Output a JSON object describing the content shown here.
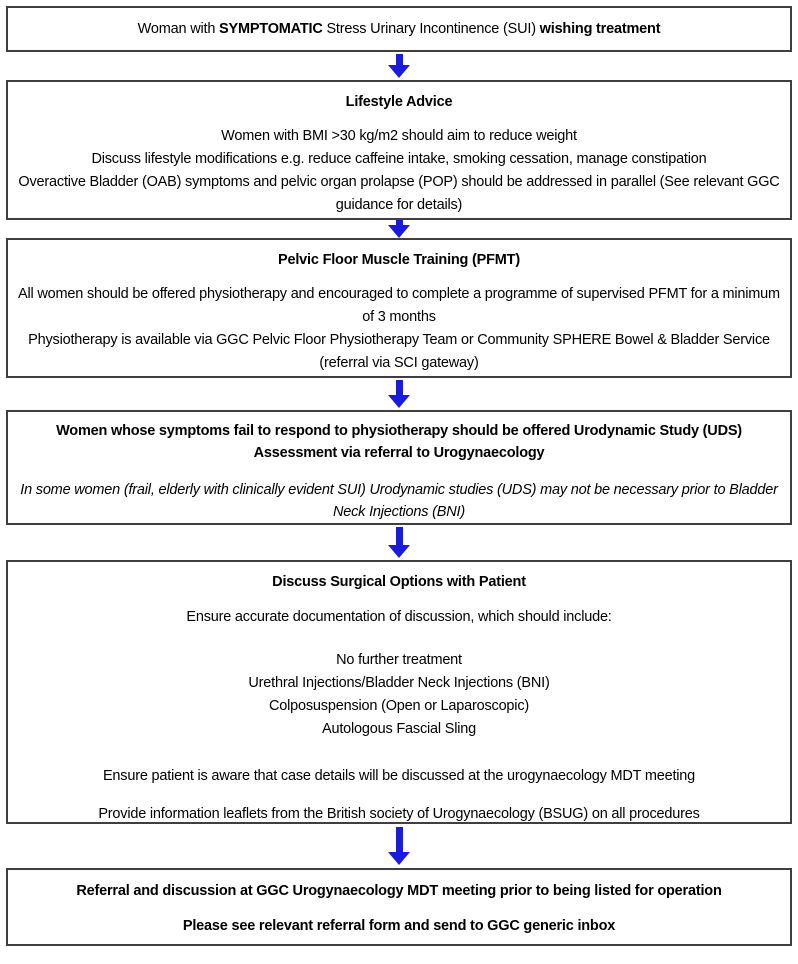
{
  "colors": {
    "arrow": "#1b1be0",
    "box_border": "#3f3f3f",
    "text": "#000000",
    "page_bg": "#ffffff"
  },
  "boxes": {
    "start": {
      "parts": [
        "Woman with ",
        "SYMPTOMATIC",
        " Stress Urinary Incontinence (SUI) ",
        "wishing treatment"
      ]
    },
    "lifestyle": {
      "title": "Lifestyle Advice",
      "lines": [
        "Women with BMI >30 kg/m2 should aim to reduce weight",
        "Discuss lifestyle modifications e.g. reduce caffeine intake, smoking cessation, manage constipation",
        "Overactive Bladder (OAB) symptoms and pelvic organ prolapse (POP) should be addressed in parallel (See relevant GGC guidance for details)"
      ]
    },
    "pfmt": {
      "title": "Pelvic Floor Muscle Training (PFMT)",
      "lines": [
        "All women should be offered physiotherapy and encouraged to complete a programme of supervised PFMT for a minimum of 3 months",
        "Physiotherapy is available via GGC Pelvic Floor Physiotherapy Team or Community SPHERE Bowel & Bladder Service (referral via SCI gateway)"
      ]
    },
    "uds": {
      "bold_text": "Women whose symptoms fail to respond to physiotherapy should be offered Urodynamic Study (UDS) Assessment via referral to Urogynaecology",
      "italic_text": "In some women (frail, elderly with clinically evident SUI) Urodynamic studies (UDS) may not be necessary prior to Bladder Neck Injections (BNI)"
    },
    "surgical": {
      "title": "Discuss Surgical Options with Patient",
      "intro": "Ensure accurate documentation of discussion, which should include:",
      "options": [
        "No further treatment",
        "Urethral Injections/Bladder Neck Injections (BNI)",
        "Colposuspension (Open or Laparoscopic)",
        "Autologous Fascial Sling"
      ],
      "note1": "Ensure patient is aware that case details will be discussed at the urogynaecology MDT meeting",
      "note2": "Provide information leaflets from the British society of Urogynaecology (BSUG) on all procedures"
    },
    "referral": {
      "line1": "Referral and discussion at GGC Urogynaecology MDT meeting prior to being listed for operation",
      "line2": "Please see relevant referral form and send to GGC generic inbox"
    }
  }
}
